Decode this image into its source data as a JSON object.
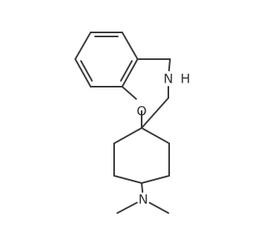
{
  "molecule": {
    "atom_labels": {
      "oxygen": "O",
      "nitrogen_ring": "N",
      "hydrogen_ring": "H",
      "nitrogen_amine": "N"
    },
    "colors": {
      "bond": "#3a3a3a",
      "label": "#333333",
      "background": "#ffffff"
    }
  }
}
